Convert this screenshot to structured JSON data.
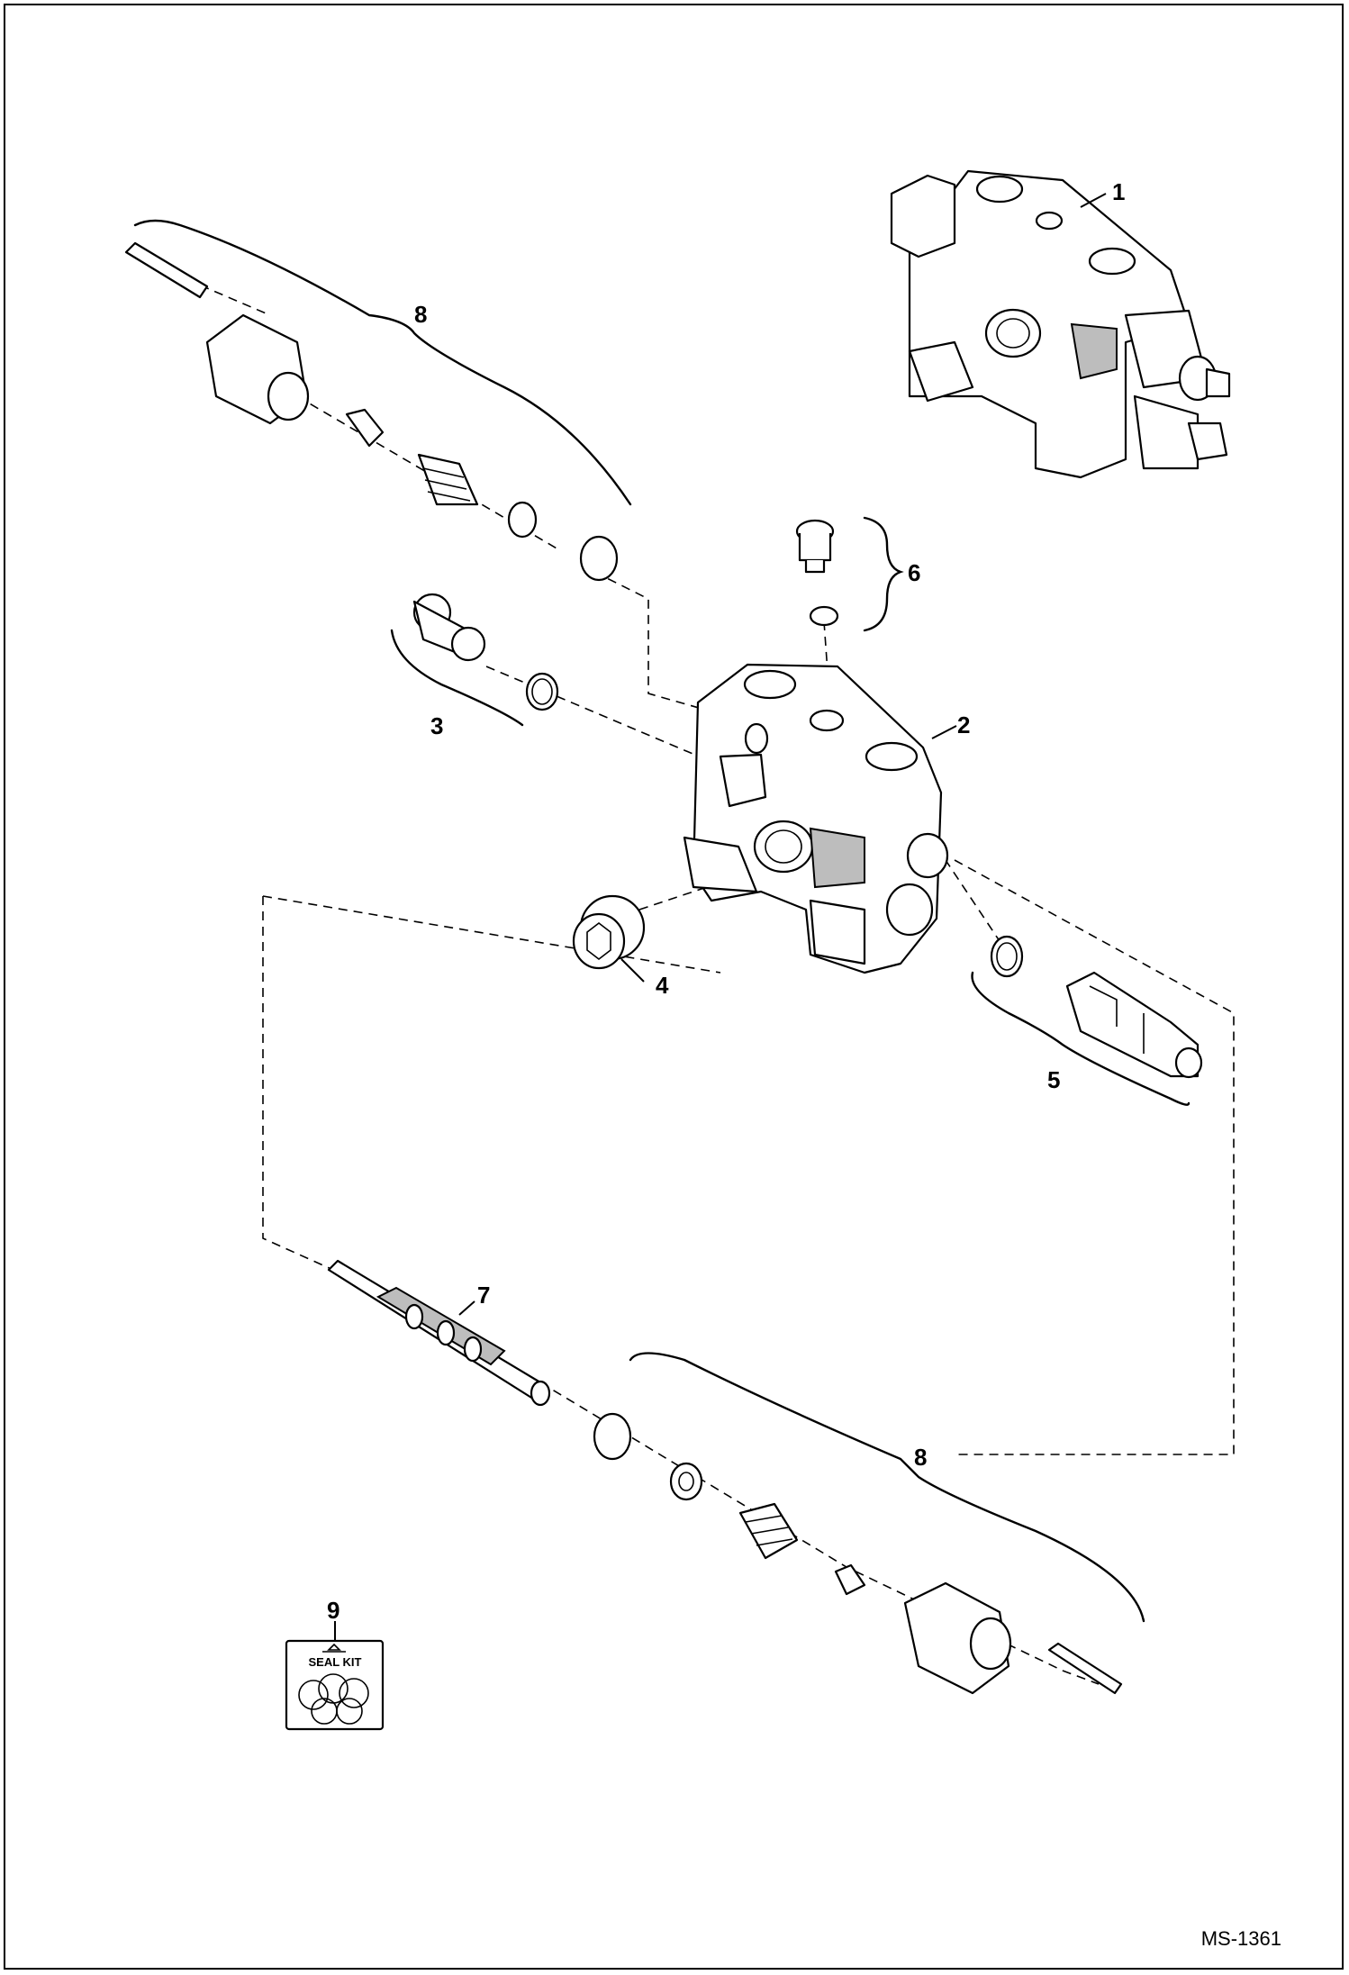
{
  "callouts": {
    "c1": "1",
    "c2": "2",
    "c3": "3",
    "c4": "4",
    "c5": "5",
    "c6": "6",
    "c7": "7",
    "c8_top": "8",
    "c8_bottom": "8",
    "c9": "9"
  },
  "seal_kit_label": "SEAL KIT",
  "drawing_ref": "MS-1361"
}
